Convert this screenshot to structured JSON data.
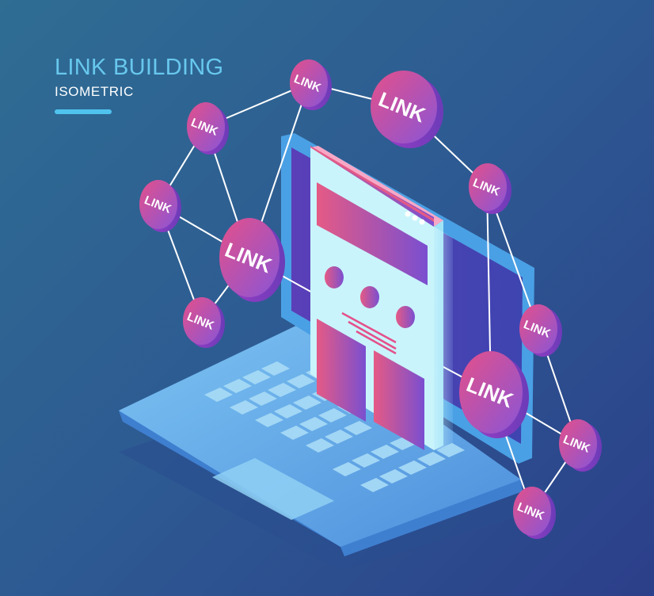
{
  "header": {
    "title": "LINK BUILDING",
    "subtitle": "ISOMETRIC"
  },
  "node_label": "LINK",
  "colors": {
    "background_start": "#2f6d93",
    "background_end": "#2c3f8a",
    "accent_cyan": "#4fc3ee",
    "node_gradient_start": "#e4508a",
    "node_gradient_end": "#8a55d6",
    "panel_red": "#e55a85",
    "panel_purple": "#7a4fd0",
    "laptop_blue": "#5aa8e8"
  }
}
